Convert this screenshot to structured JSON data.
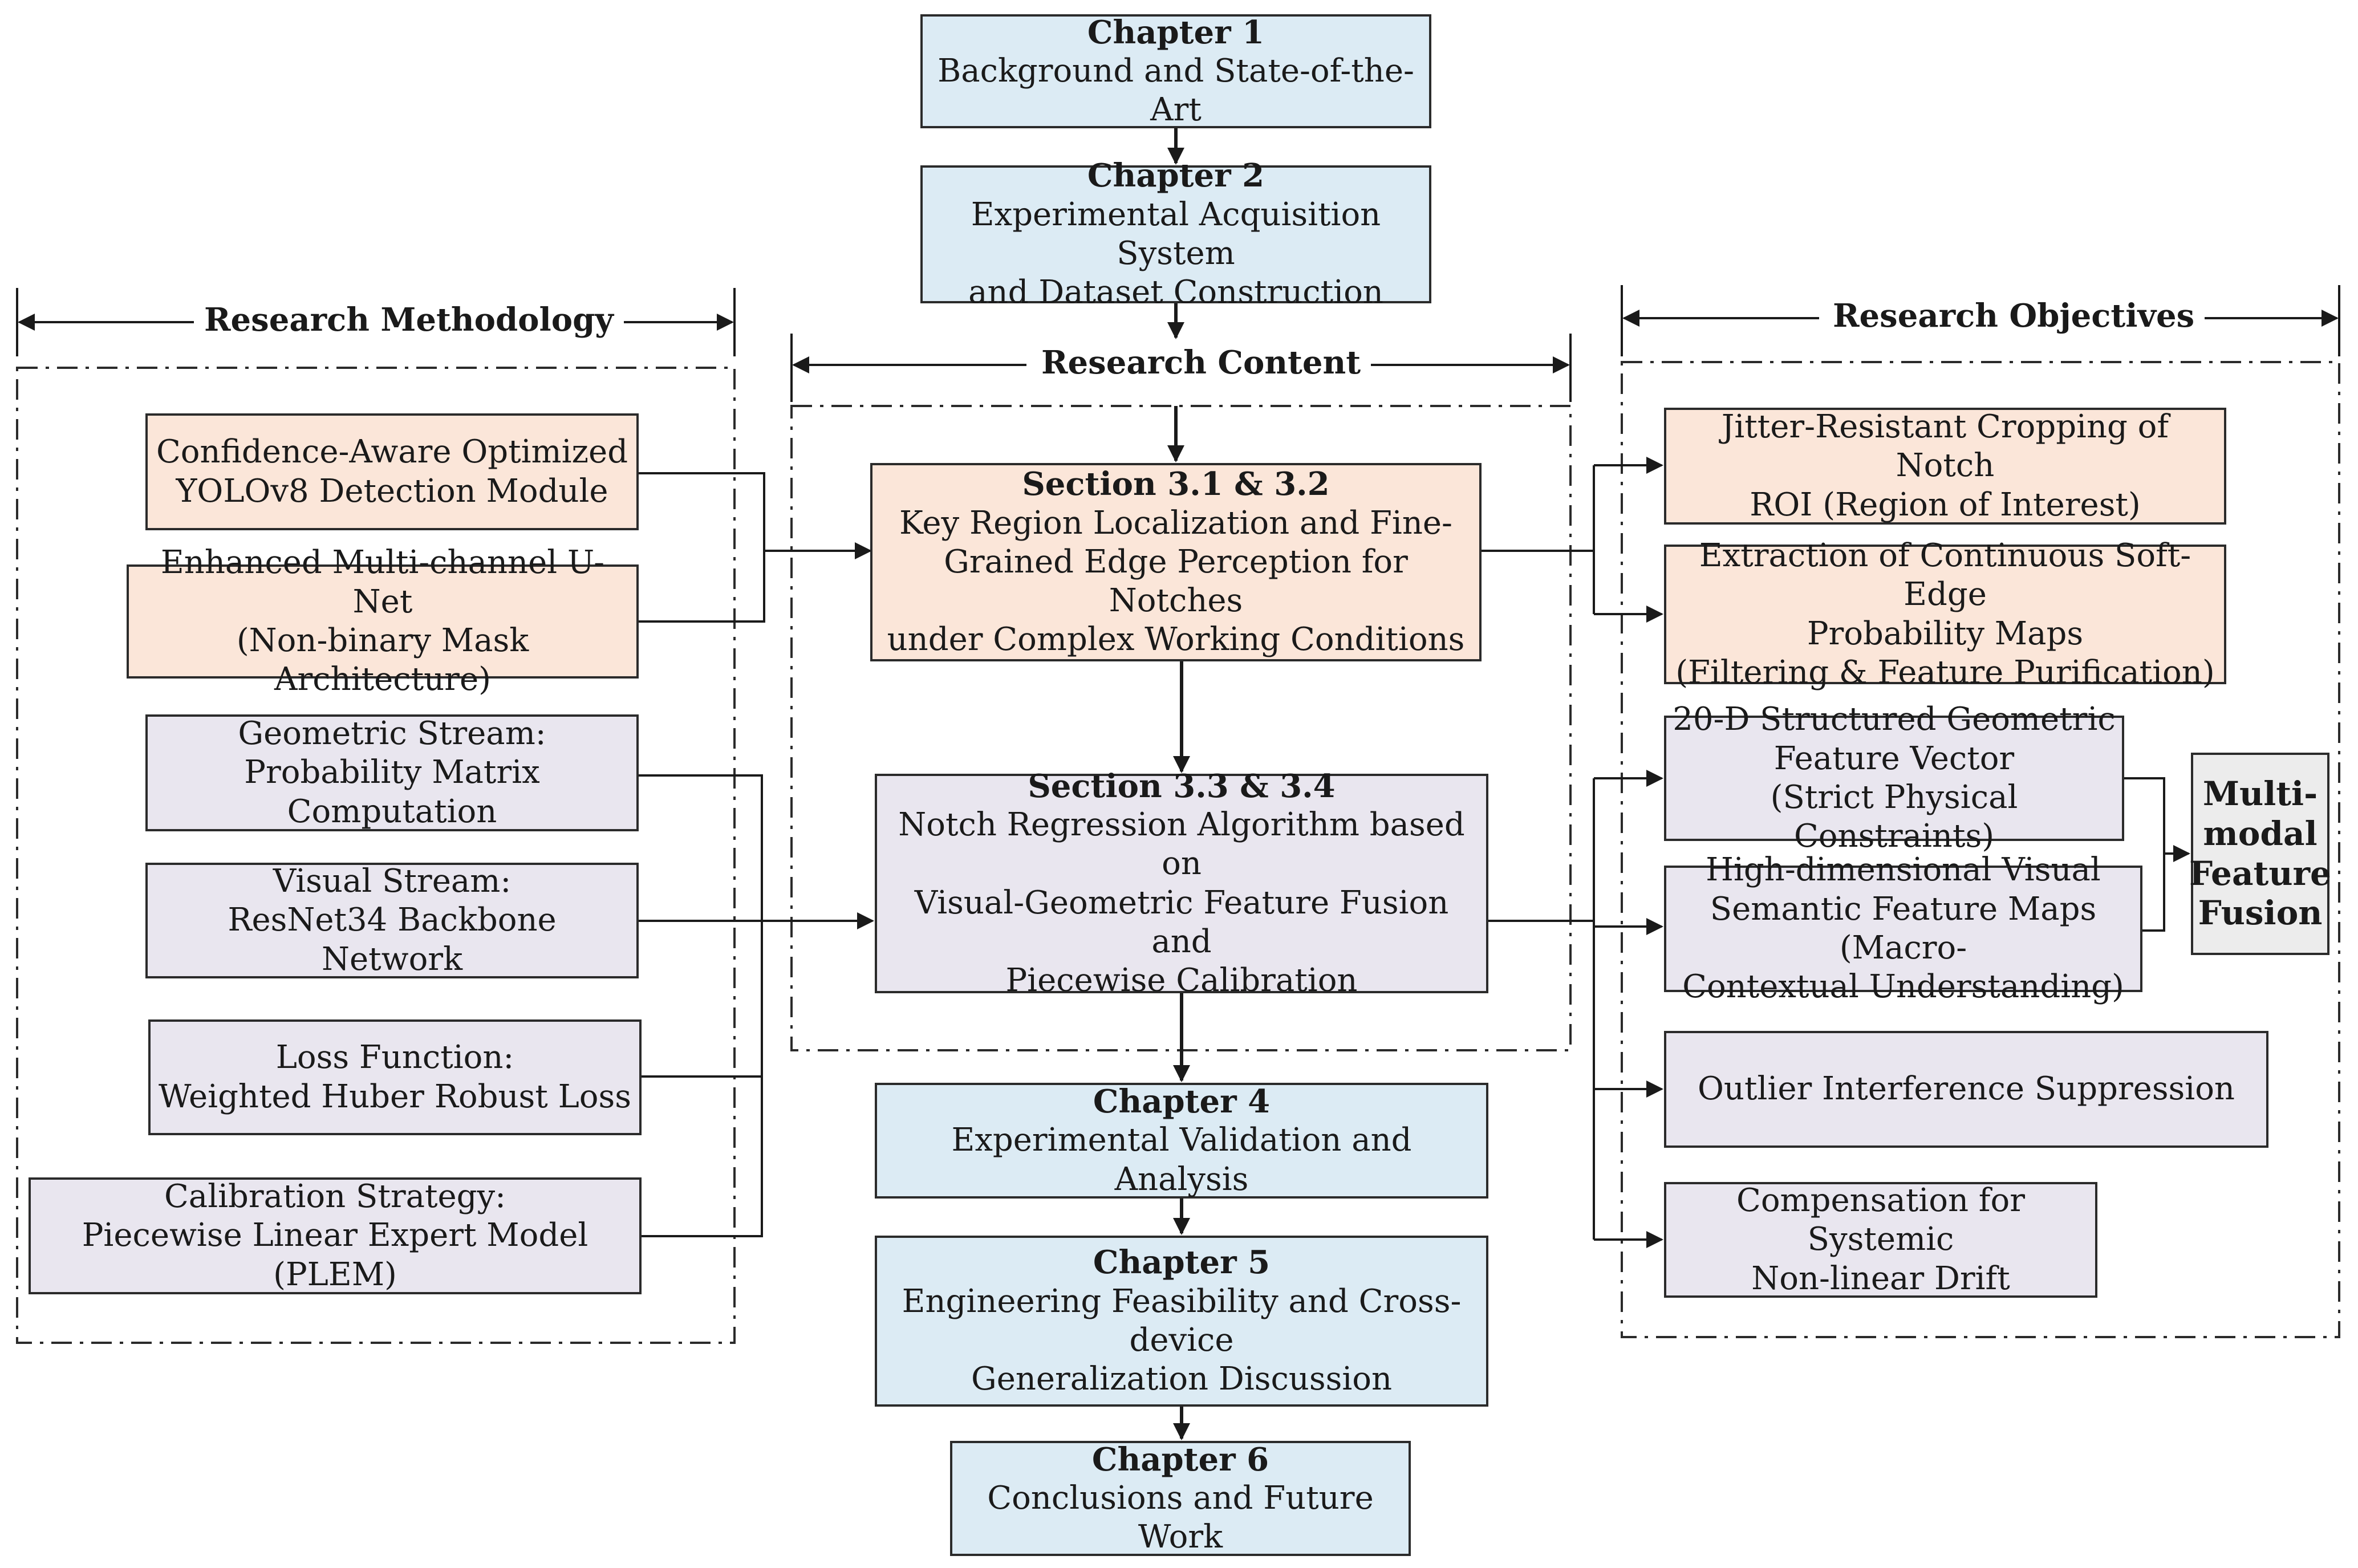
{
  "sections": {
    "methodology": "Research Methodology",
    "content": "Research Content",
    "objectives": "Research Objectives"
  },
  "chapters": {
    "ch1": {
      "title": "Chapter 1",
      "text": "Background and State-of-the-Art"
    },
    "ch2": {
      "title": "Chapter 2",
      "line1": "Experimental Acquisition System",
      "line2": "and Dataset Construction"
    },
    "ch4": {
      "title": "Chapter 4",
      "text": "Experimental Validation and Analysis"
    },
    "ch5": {
      "title": "Chapter 5",
      "line1": "Engineering Feasibility and Cross-device",
      "line2": "Generalization Discussion"
    },
    "ch6": {
      "title": "Chapter 6",
      "text": "Conclusions and Future Work"
    }
  },
  "content_sections": {
    "s31": {
      "title": "Section 3.1 & 3.2",
      "line1": "Key Region Localization and Fine-",
      "line2": "Grained Edge Perception for Notches",
      "line3": "under Complex Working Conditions"
    },
    "s33": {
      "title": "Section 3.3 & 3.4",
      "line1": "Notch Regression Algorithm based on",
      "line2": "Visual-Geometric Feature Fusion and",
      "line3": "Piecewise Calibration"
    }
  },
  "methods": [
    {
      "line1": "Confidence-Aware Optimized",
      "line2": "YOLOv8 Detection Module"
    },
    {
      "line1": "Enhanced Multi-channel U-Net",
      "line2": "(Non-binary Mask Architecture)"
    },
    {
      "line1": "Geometric Stream:",
      "line2": "Probability Matrix Computation"
    },
    {
      "line1": "Visual Stream:",
      "line2": "ResNet34 Backbone Network"
    },
    {
      "line1": "Loss Function:",
      "line2": "Weighted Huber Robust Loss"
    },
    {
      "line1": "Calibration Strategy:",
      "line2": "Piecewise Linear Expert Model (PLEM)"
    }
  ],
  "objectives": [
    {
      "line1": "Jitter-Resistant Cropping of Notch",
      "line2": "ROI (Region of Interest)"
    },
    {
      "line1": "Extraction of Continuous Soft-Edge",
      "line2": "Probability Maps",
      "line3": "(Filtering & Feature Purification)"
    },
    {
      "line1": "20-D Structured Geometric",
      "line2": "Feature Vector",
      "line3": "(Strict Physical Constraints)"
    },
    {
      "line1": "High-dimensional Visual",
      "line2": "Semantic Feature Maps (Macro-",
      "line3": "Contextual Understanding)"
    },
    {
      "line1": "Outlier Interference Suppression"
    },
    {
      "line1": "Compensation for Systemic",
      "line2": "Non-linear Drift"
    }
  ],
  "fusion": {
    "line1": "Multi-",
    "line2": "modal",
    "line3": "Feature",
    "line4": "Fusion"
  },
  "colors": {
    "chapter": "#dcebf4",
    "stage1": "#fbe6d9",
    "stage2": "#e9e6ef",
    "fusion": "#ececec",
    "line": "#1a1a1a"
  }
}
